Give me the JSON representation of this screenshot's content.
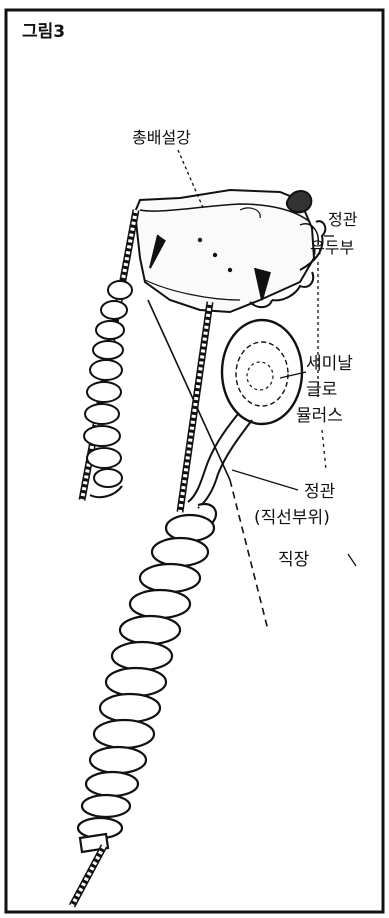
{
  "figure": {
    "title": "그림3",
    "labels": {
      "branchial_cavity": "총배설강",
      "duct_papilla_1": "정관",
      "duct_papilla_2": "유두부",
      "seminal_vesicle_1": "세미날",
      "seminal_vesicle_2": "글로",
      "seminal_vesicle_3": "뮬러스",
      "duct_straight_1": "정관",
      "duct_straight_2": "(직선부위)",
      "rectum": "직장"
    }
  },
  "colors": {
    "ink": "#111111",
    "paper": "#ffffff"
  }
}
